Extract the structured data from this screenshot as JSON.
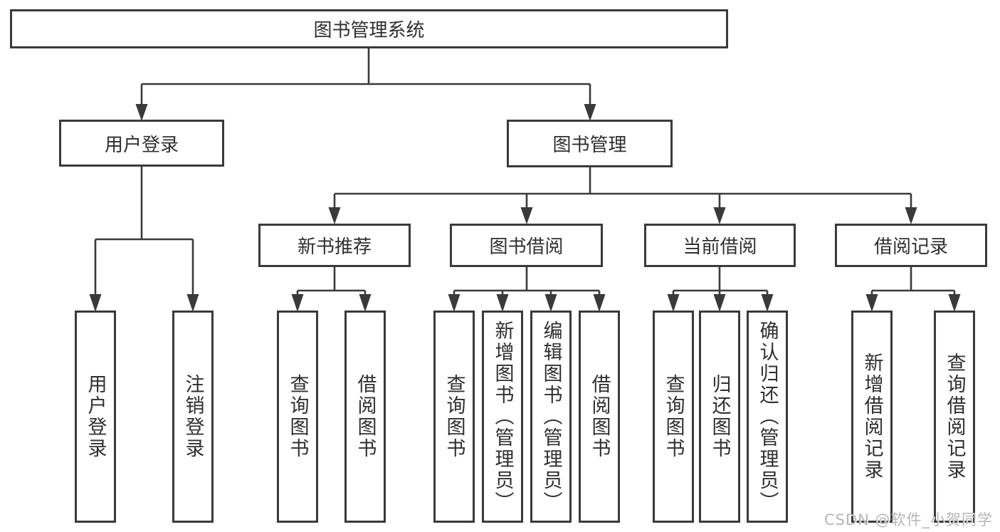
{
  "diagram": {
    "root": {
      "label": "图书管理系统"
    },
    "children": [
      {
        "label": "用户登录",
        "children": [
          {
            "label": "用户登录"
          },
          {
            "label": "注销登录"
          }
        ]
      },
      {
        "label": "图书管理",
        "children": [
          {
            "label": "新书推荐",
            "children": [
              {
                "label": "查询图书"
              },
              {
                "label": "借阅图书"
              }
            ]
          },
          {
            "label": "图书借阅",
            "children": [
              {
                "label": "查询图书"
              },
              {
                "label": "新增图书（管理员）"
              },
              {
                "label": "编辑图书（管理员）"
              },
              {
                "label": "借阅图书"
              }
            ]
          },
          {
            "label": "当前借阅",
            "children": [
              {
                "label": "查询图书"
              },
              {
                "label": "归还图书"
              },
              {
                "label": "确认归还（管理员）"
              }
            ]
          },
          {
            "label": "借阅记录",
            "children": [
              {
                "label": "新增借阅记录"
              },
              {
                "label": "查询借阅记录"
              }
            ]
          }
        ]
      }
    ]
  },
  "watermark": {
    "text": "CSDN @软件_小贺同学",
    "color": "#b2b2b2"
  },
  "colors": {
    "background": "#ffffff",
    "box_border": "#3a3a3a",
    "connector_line": "#3a3a3a",
    "text": "#2f2f2f"
  }
}
